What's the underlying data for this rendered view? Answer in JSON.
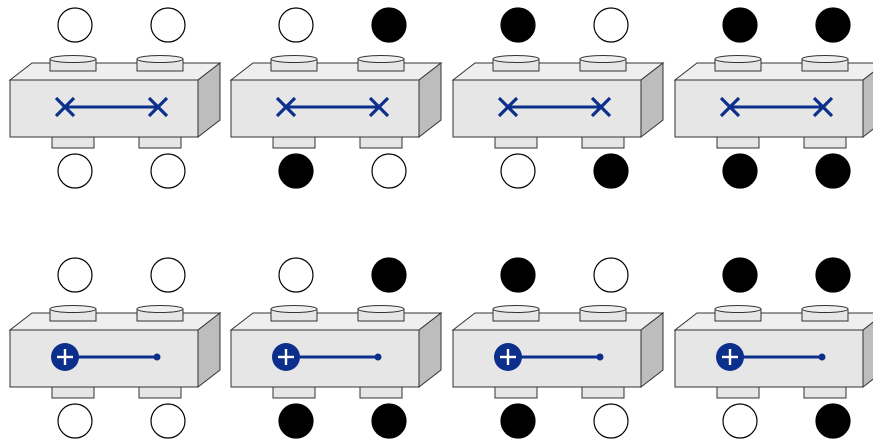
{
  "colors": {
    "block_front": "#e6e6e6",
    "block_top": "#efefef",
    "block_side": "#bdbdbd",
    "outline": "#333333",
    "symbol": "#0b2f8a",
    "filled_dot": "#000000",
    "empty_dot": "#ffffff"
  },
  "rows": [
    {
      "symbol": "cross-arrow-cross",
      "blocks": [
        {
          "top": [
            "empty",
            "empty"
          ],
          "bottom": [
            "empty",
            "empty"
          ]
        },
        {
          "top": [
            "empty",
            "filled"
          ],
          "bottom": [
            "filled",
            "empty"
          ]
        },
        {
          "top": [
            "filled",
            "empty"
          ],
          "bottom": [
            "empty",
            "filled"
          ]
        },
        {
          "top": [
            "filled",
            "filled"
          ],
          "bottom": [
            "filled",
            "filled"
          ]
        }
      ]
    },
    {
      "symbol": "plus-line-dot",
      "blocks": [
        {
          "top": [
            "empty",
            "empty"
          ],
          "bottom": [
            "empty",
            "empty"
          ]
        },
        {
          "top": [
            "empty",
            "filled"
          ],
          "bottom": [
            "filled",
            "filled"
          ]
        },
        {
          "top": [
            "filled",
            "empty"
          ],
          "bottom": [
            "filled",
            "empty"
          ]
        },
        {
          "top": [
            "filled",
            "filled"
          ],
          "bottom": [
            "empty",
            "filled"
          ]
        }
      ]
    }
  ]
}
